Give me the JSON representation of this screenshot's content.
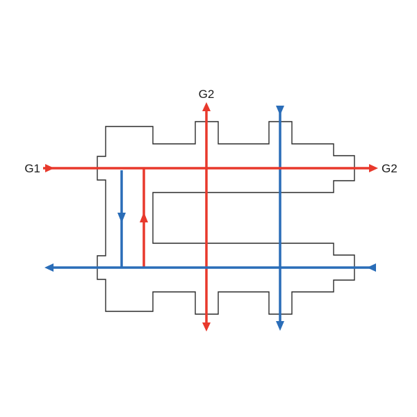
{
  "diagram": {
    "type": "hydraulic-manifold-flow-schematic",
    "labels": {
      "left_port": "G1",
      "top_port": "G2",
      "right_port": "G2"
    },
    "colors": {
      "supply": "#e8392c",
      "return": "#2a6db8",
      "outline": "#2b2b2b",
      "background": "#ffffff"
    }
  }
}
